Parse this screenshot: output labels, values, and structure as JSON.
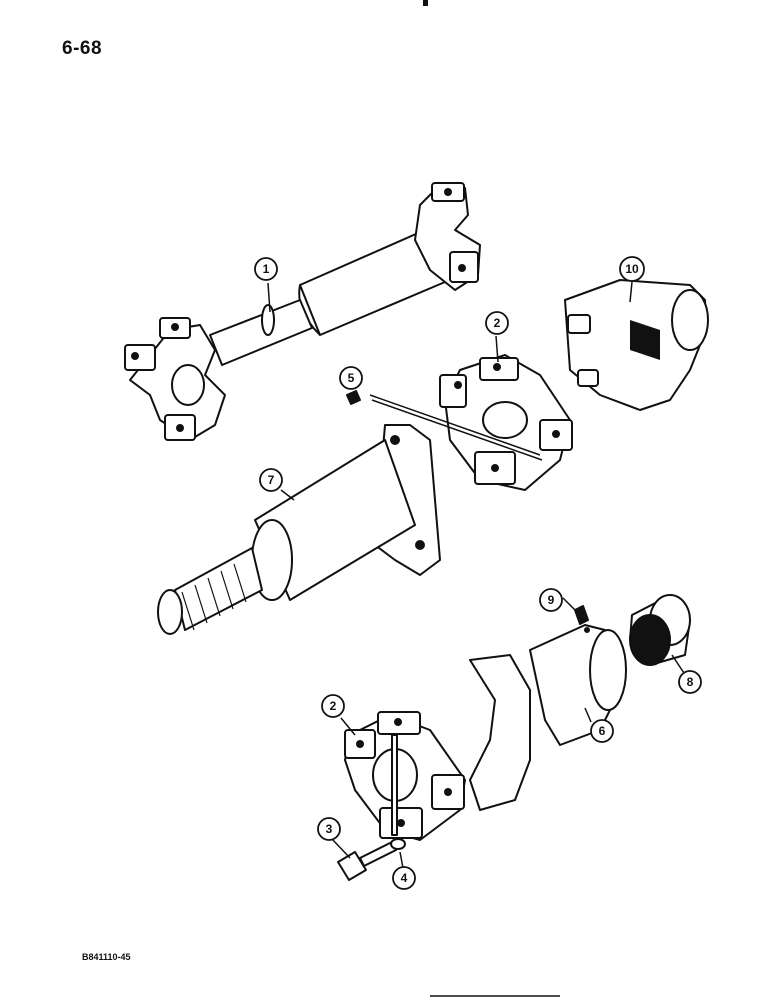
{
  "page": {
    "number": "6-68",
    "figure_code": "B841110-45"
  },
  "callouts": [
    {
      "id": "c1",
      "label": "1"
    },
    {
      "id": "c2a",
      "label": "2"
    },
    {
      "id": "c5",
      "label": "5"
    },
    {
      "id": "c10",
      "label": "10"
    },
    {
      "id": "c7",
      "label": "7"
    },
    {
      "id": "c9",
      "label": "9"
    },
    {
      "id": "c8",
      "label": "8"
    },
    {
      "id": "c2b",
      "label": "2"
    },
    {
      "id": "c6",
      "label": "6"
    },
    {
      "id": "c3",
      "label": "3"
    },
    {
      "id": "c4",
      "label": "4"
    }
  ]
}
